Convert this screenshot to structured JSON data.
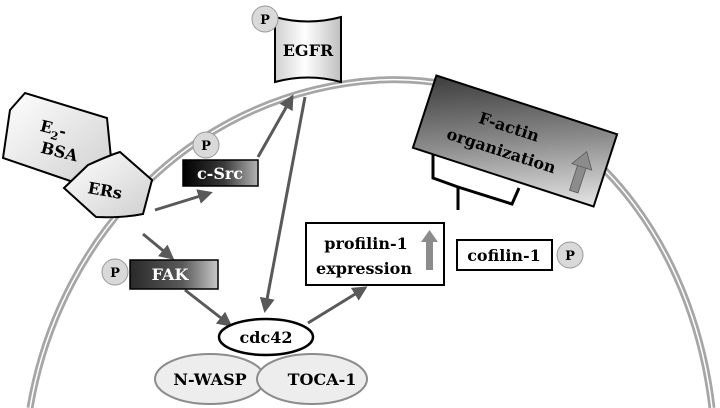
{
  "diagram": {
    "phospho_label": "P",
    "nodes": {
      "e2bsa": {
        "line1": "E",
        "sub": "2",
        "dash": "-",
        "line2": "BSA"
      },
      "ers": "ERs",
      "egfr": "EGFR",
      "csrc": "c-Src",
      "fak": "FAK",
      "cdc42": "cdc42",
      "nwasp": "N-WASP",
      "toca1": "TOCA-1",
      "profilin": {
        "line1": "profilin-1",
        "line2": "expression"
      },
      "cofilin": "cofilin-1",
      "factin": {
        "line1": "F-actin",
        "line2": "organization"
      }
    },
    "colors": {
      "membrane": "#a6a6a6",
      "arrow": "#595959",
      "phospho_fill": "#d9d9d9",
      "up_arrow": "#8c8c8c",
      "ellipse_fill": "#ededed"
    }
  }
}
